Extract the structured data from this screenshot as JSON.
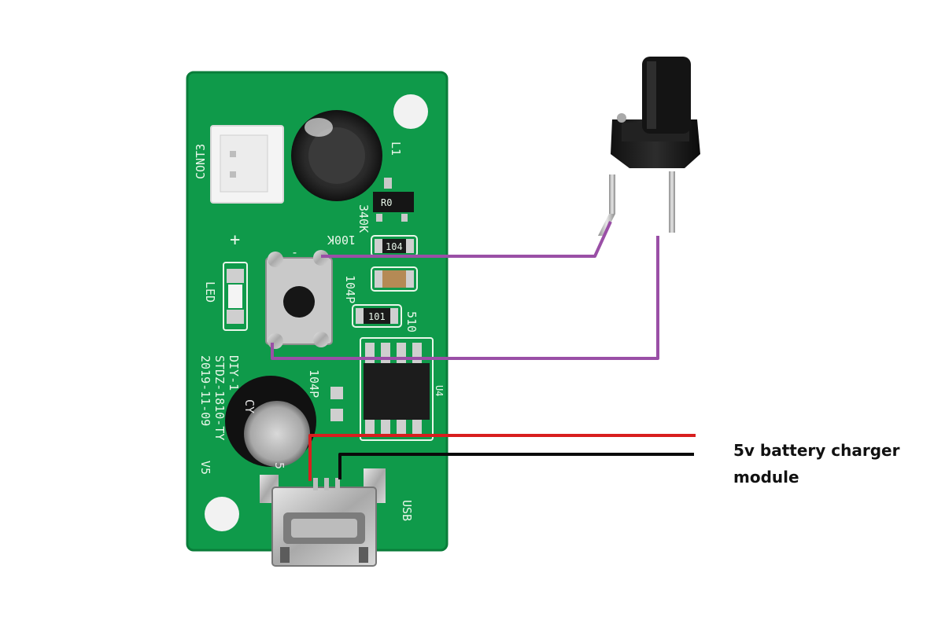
{
  "annotation": {
    "line1": "5v battery charger",
    "line2": "module"
  },
  "pcb": {
    "connector_label": "CONT3",
    "plus_label": "+",
    "minus_label": "-",
    "led_label": "LED",
    "inductor_label": "L1",
    "res_340k": "340K",
    "res_100k": "100K",
    "cap_104p": "104P",
    "res_510": "510",
    "date_label": "2019-11-09",
    "model_label": "STDZ-1810-TY",
    "diy_label": "DIY-1",
    "cap_104p_2": "104P",
    "ic_label": "U4",
    "usb_label": "USB",
    "cap_text": "CY",
    "cap_side": "5",
    "board_side": "V5",
    "chip_r0": "R0",
    "chip_104": "104",
    "chip_101": "101"
  },
  "colors": {
    "pcb_green": "#0f9a4a",
    "wire_purple": "#9a4fa6",
    "wire_red": "#d81e1e",
    "wire_black": "#0a0a0a",
    "silkscreen": "#e9f7ea"
  }
}
